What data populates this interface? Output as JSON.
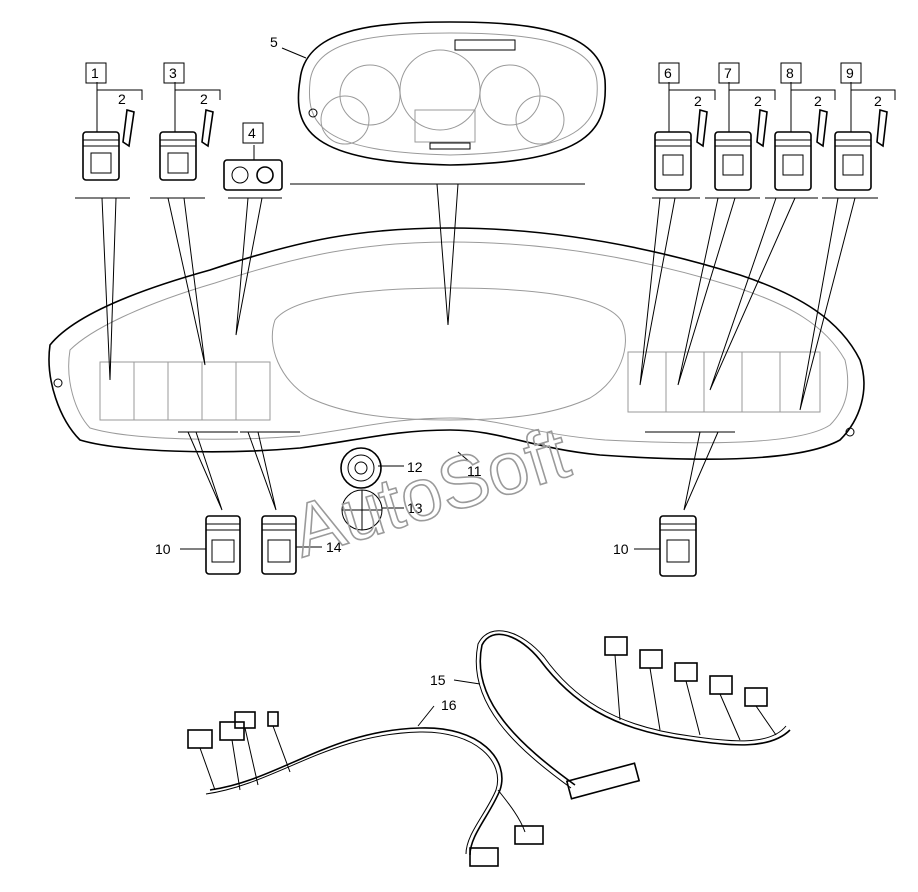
{
  "diagram": {
    "callouts": {
      "c1": "1",
      "c2": "2",
      "c3": "3",
      "c4": "4",
      "c5": "5",
      "c6": "6",
      "c7": "7",
      "c8": "8",
      "c9": "9",
      "c10": "10",
      "c11": "11",
      "c12": "12",
      "c13": "13",
      "c14": "14",
      "c15": "15",
      "c16": "16"
    },
    "watermark": "AutoSoft"
  }
}
